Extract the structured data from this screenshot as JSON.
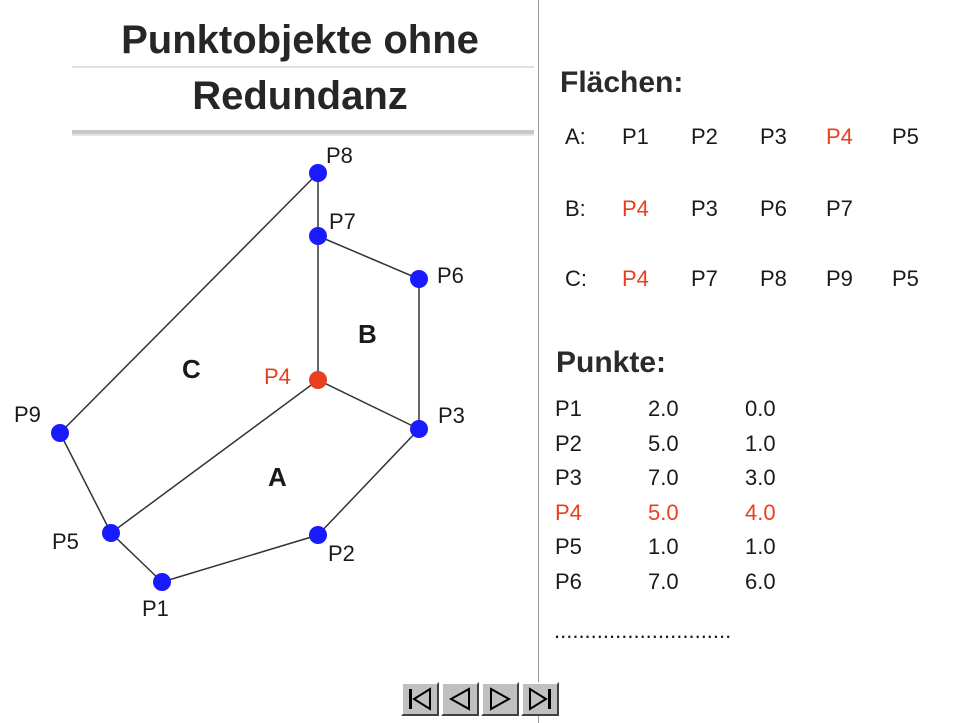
{
  "title": {
    "line1": "Punktobjekte ohne",
    "line2": "Redundanz"
  },
  "colors": {
    "point": "#1a1aff",
    "highlight": "#e8401c",
    "edge": "#333333",
    "text": "#1a1a1a"
  },
  "diagram": {
    "points": [
      {
        "name": "P8",
        "highlight": false
      },
      {
        "name": "P7",
        "highlight": false
      },
      {
        "name": "P6",
        "highlight": false
      },
      {
        "name": "P4",
        "highlight": true
      },
      {
        "name": "P9",
        "highlight": false
      },
      {
        "name": "P3",
        "highlight": false
      },
      {
        "name": "P5",
        "highlight": false
      },
      {
        "name": "P2",
        "highlight": false
      },
      {
        "name": "P1",
        "highlight": false
      }
    ],
    "face_labels": [
      "B",
      "C",
      "A"
    ]
  },
  "flaechen": {
    "heading": "Flächen:",
    "rows": [
      {
        "label": "A:",
        "points": [
          {
            "v": "P1",
            "hl": false
          },
          {
            "v": "P2",
            "hl": false
          },
          {
            "v": "P3",
            "hl": false
          },
          {
            "v": "P4",
            "hl": true
          },
          {
            "v": "P5",
            "hl": false
          }
        ]
      },
      {
        "label": "B:",
        "points": [
          {
            "v": "P4",
            "hl": true
          },
          {
            "v": "P3",
            "hl": false
          },
          {
            "v": "P6",
            "hl": false
          },
          {
            "v": "P7",
            "hl": false
          }
        ]
      },
      {
        "label": "C:",
        "points": [
          {
            "v": "P4",
            "hl": true
          },
          {
            "v": "P7",
            "hl": false
          },
          {
            "v": "P8",
            "hl": false
          },
          {
            "v": "P9",
            "hl": false
          },
          {
            "v": "P5",
            "hl": false
          }
        ]
      }
    ]
  },
  "punkte": {
    "heading": "Punkte:",
    "rows": [
      {
        "name": "P1",
        "x": "2.0",
        "y": "0.0",
        "hl": false
      },
      {
        "name": "P2",
        "x": "5.0",
        "y": "1.0",
        "hl": false
      },
      {
        "name": "P3",
        "x": "7.0",
        "y": "3.0",
        "hl": false
      },
      {
        "name": "P4",
        "x": "5.0",
        "y": "4.0",
        "hl": true
      },
      {
        "name": "P5",
        "x": "1.0",
        "y": "1.0",
        "hl": false
      },
      {
        "name": "P6",
        "x": "7.0",
        "y": "6.0",
        "hl": false
      }
    ],
    "ellipsis": "............................."
  },
  "navigation": {
    "buttons": [
      {
        "name": "first-slide-button",
        "icon": "first-icon"
      },
      {
        "name": "previous-slide-button",
        "icon": "previous-icon"
      },
      {
        "name": "next-slide-button",
        "icon": "next-icon"
      },
      {
        "name": "last-slide-button",
        "icon": "last-icon"
      }
    ]
  }
}
